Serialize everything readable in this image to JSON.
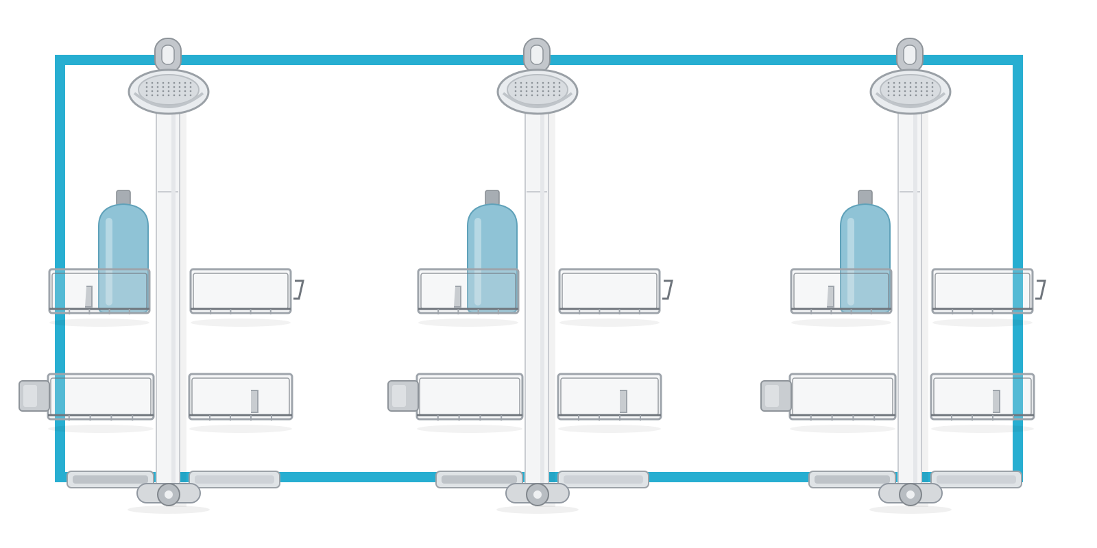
{
  "scene": {
    "background_color": "#ffffff",
    "frame_color": "#27aed1",
    "product": "shower caddy",
    "product_count": 3,
    "colors": {
      "pole": "#f4f5f6",
      "pole_edge": "#c9ccd1",
      "chrome": "#9ea4ab",
      "chrome_dark": "#6f757c",
      "bottle": "#8fc3d6",
      "bottle_dark": "#5fa1b9",
      "cap": "#a7adb3",
      "tray_glass": "#dfe3e6"
    },
    "items": [
      {
        "name": "shower-caddy-left"
      },
      {
        "name": "shower-caddy-middle"
      },
      {
        "name": "shower-caddy-right"
      }
    ]
  }
}
